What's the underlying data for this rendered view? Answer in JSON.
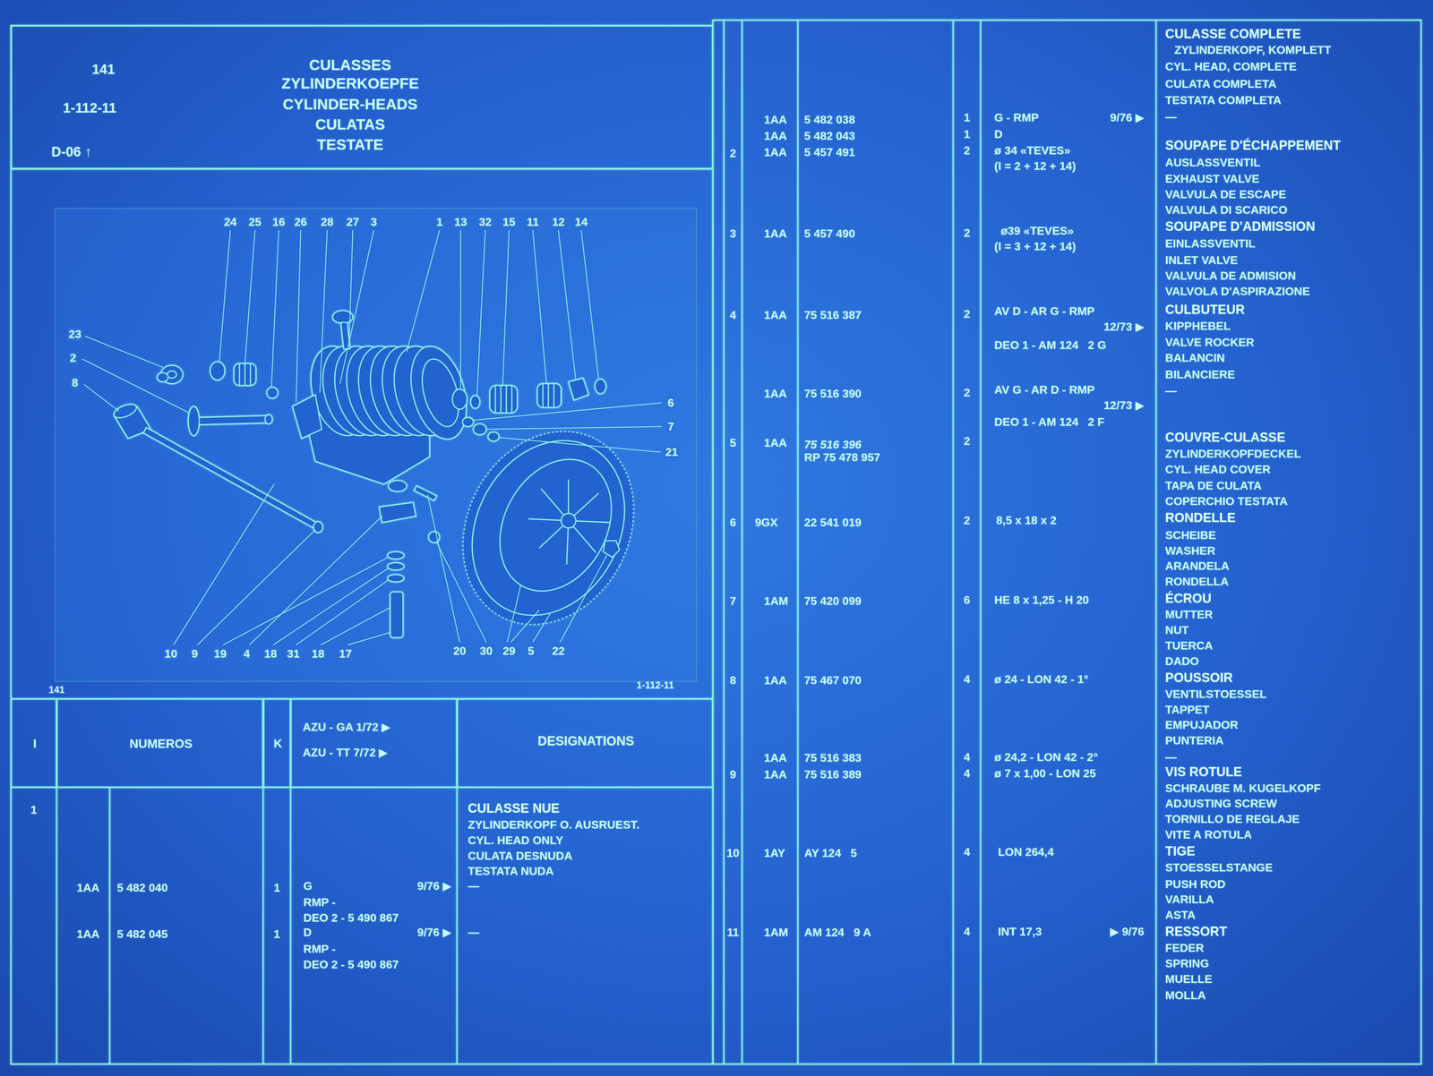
{
  "diagram": {
    "nodes": [
      {
        "text": [
          "141",
          "1-112-11",
          "D-06 ↑",
          "CULASSES",
          "ZYLINDERKOEPFE",
          "CYLINDER-HEADS",
          "CULATAS",
          "TESTATE"
        ]
      },
      {
        "text": [
          "I"
        ]
      },
      {
        "text": [
          "NUMEROS"
        ]
      },
      {
        "text": [
          "K"
        ]
      },
      {
        "text": [
          "AZU - GA 1/72 ▶",
          "AZU - TT 7/72 ▶"
        ]
      },
      {
        "text": [
          "DESIGNATIONS"
        ]
      }
    ],
    "labels": [
      "24",
      "25",
      "16",
      "26",
      "28",
      "27",
      "3",
      "1",
      "13",
      "32",
      "15",
      "11",
      "12",
      "14",
      "23",
      "2",
      "8",
      "6",
      "7",
      "21",
      "10",
      "9",
      "19",
      "4",
      "18",
      "31",
      "18",
      "17",
      "20",
      "30",
      "29",
      "5",
      "22",
      "141",
      "1-112-11",
      "1",
      "CULASSE NUE",
      "ZYLINDERKOPF O. AUSRUEST.",
      "CYL. HEAD ONLY",
      "CULATA DESNUDA",
      "TESTATA NUDA",
      "1AA",
      "5 482 040",
      "1",
      "G",
      "9/76 ▶",
      "—",
      "RMP -",
      "DEO 2 - 5 490 867",
      "1AA",
      "5 482 045",
      "1",
      "D",
      "9/76 ▶",
      "—",
      "RMP -",
      "DEO 2 - 5 490 867",
      "CULASSE COMPLETE",
      "ZYLINDERKOPF, KOMPLETT",
      "CYL. HEAD, COMPLETE",
      "CULATA COMPLETA",
      "TESTATA COMPLETA",
      "—",
      "1AA",
      "5 482 038",
      "1",
      "G - RMP",
      "9/76 ▶",
      "1AA",
      "5 482 043",
      "1",
      "D",
      "2",
      "1AA",
      "5 457 491",
      "2",
      "ø 34 «TEVES»",
      "(I = 2 + 12 + 14)",
      "SOUPAPE D'ÉCHAPPEMENT",
      "AUSLASSVENTIL",
      "EXHAUST VALVE",
      "VALVULA DE ESCAPE",
      "VALVULA DI SCARICO",
      "3",
      "1AA",
      "5 457 490",
      "2",
      "ø39 «TEVES»",
      "(I = 3 + 12 + 14)",
      "SOUPAPE D'ADMISSION",
      "EINLASSVENTIL",
      "INLET VALVE",
      "VALVULA DE ADMISION",
      "VALVOLA D'ASPIRAZIONE",
      "4",
      "1AA",
      "75 516 387",
      "2",
      "AV D - AR G - RMP",
      "12/73 ▶",
      "DEO 1 - AM 124   2 G",
      "CULBUTEUR",
      "KIPPHEBEL",
      "VALVE ROCKER",
      "BALANCIN",
      "BILANCIERE",
      "—",
      "1AA",
      "75 516 390",
      "2",
      "AV G - AR D - RMP",
      "12/73 ▶",
      "DEO 1 - AM 124   2 F",
      "5",
      "1AA",
      "75 516 396",
      "RP 75 478 957",
      "2",
      "COUVRE-CULASSE",
      "ZYLINDERKOPFDECKEL",
      "CYL. HEAD COVER",
      "TAPA DE CULATA",
      "COPERCHIO TESTATA",
      "6",
      "9GX",
      "22 541 019",
      "2",
      "8,5 x 18 x 2",
      "RONDELLE",
      "SCHEIBE",
      "WASHER",
      "ARANDELA",
      "RONDELLA",
      "7",
      "1AM",
      "75 420 099",
      "6",
      "HE 8 x 1,25 - H 20",
      "ÉCROU",
      "MUTTER",
      "NUT",
      "TUERCA",
      "DADO",
      "8",
      "1AA",
      "75 467 070",
      "4",
      "ø 24 - LON 42 - 1°",
      "POUSSOIR",
      "VENTILSTOESSEL",
      "TAPPET",
      "EMPUJADOR",
      "PUNTERIA",
      "—",
      "1AA",
      "75 516 383",
      "4",
      "ø 24,2 - LON 42 - 2°",
      "9",
      "1AA",
      "75 516 389",
      "4",
      "ø 7 x 1,00 - LON 25",
      "VIS ROTULE",
      "SCHRAUBE M. KUGELKOPF",
      "ADJUSTING SCREW",
      "TORNILLO DE REGLAJE",
      "VITE A ROTULA",
      "10",
      "1AY",
      "AY 124   5",
      "4",
      "LON 264,4",
      "TIGE",
      "STOESSELSTANGE",
      "PUSH ROD",
      "VARILLA",
      "ASTA",
      "11",
      "1AM",
      "AM 124   9 A",
      "4",
      "INT 17,3",
      "▶ 9/76",
      "RESSORT",
      "FEDER",
      "SPRING",
      "MUELLE",
      "MOLLA"
    ]
  }
}
